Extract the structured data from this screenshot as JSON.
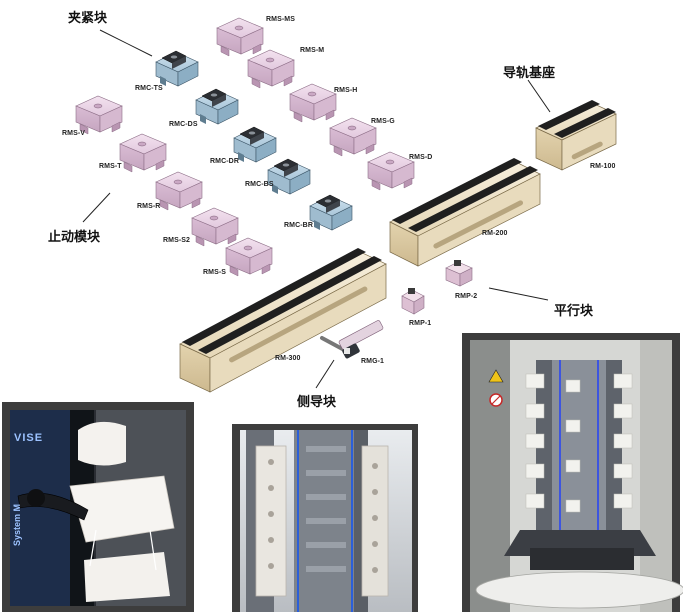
{
  "captions": {
    "clamp_block": "夹紧块",
    "rail_base": "导轨基座",
    "stop_block": "止动模块",
    "parallel_block": "平行块",
    "side_guide": "侧导块"
  },
  "parts": {
    "rms_ms": "RMS-MS",
    "rms_m": "RMS-M",
    "rms_h": "RMS-H",
    "rms_g": "RMS-G",
    "rms_d": "RMS-D",
    "rmc_ts": "RMC-TS",
    "rmc_ds": "RMC-DS",
    "rmc_dr": "RMC-DR",
    "rmc_bs": "RMC-BS",
    "rmc_br": "RMC-BR",
    "rms_v": "RMS-V",
    "rms_t": "RMS-T",
    "rms_r": "RMS-R",
    "rms_s2": "RMS-S2",
    "rms_s": "RMS-S",
    "rm_100": "RM-100",
    "rm_200": "RM-200",
    "rm_300": "RM-300",
    "rmp_1": "RMP-1",
    "rmp_2": "RMP-2",
    "rmg_1": "RMG-1"
  },
  "photos": {
    "photo1_text": "VISE",
    "photo1_text2": "System M"
  },
  "colors": {
    "pink_block": "#e8d2e4",
    "blue_clamp": "#b4cfe0",
    "rail_body": "#efe4c9",
    "rail_jaw": "#2a2a2a",
    "frame": "#3d3d3d"
  }
}
